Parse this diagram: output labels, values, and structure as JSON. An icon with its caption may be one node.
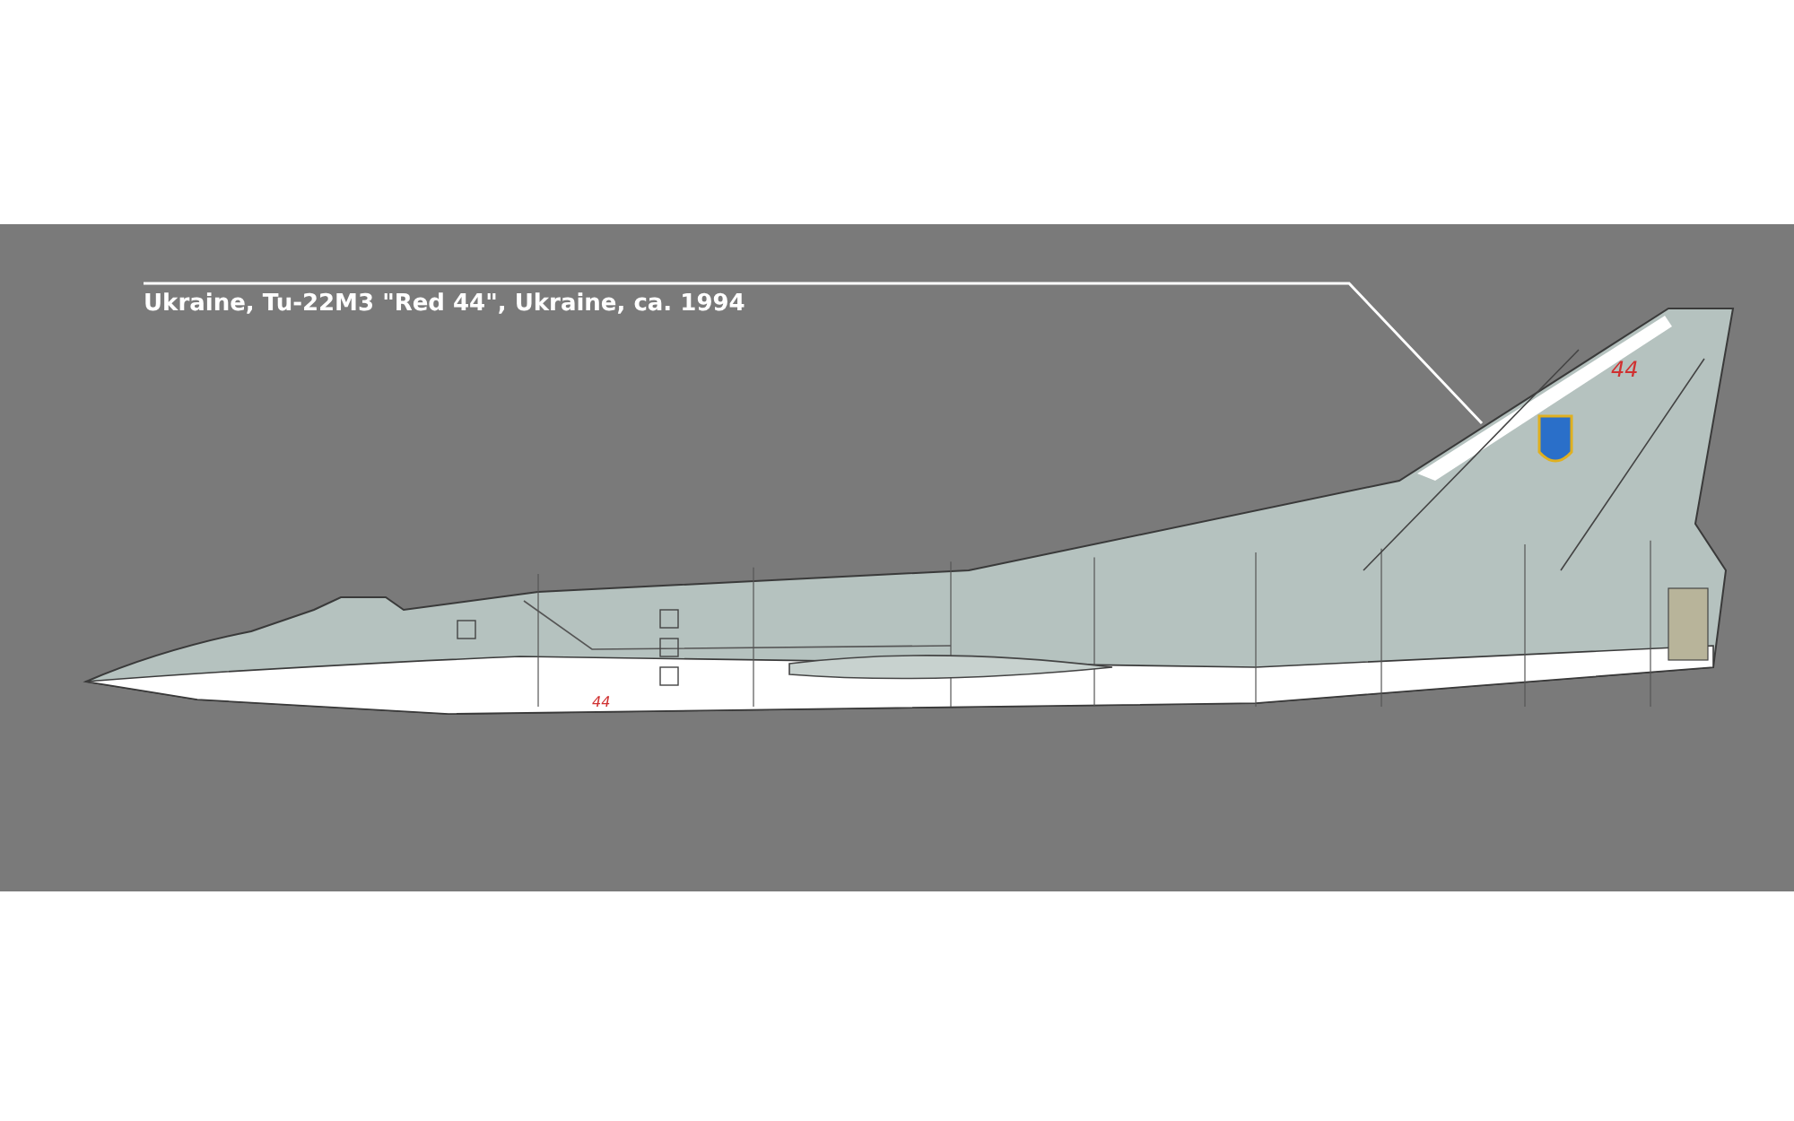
{
  "diagram": {
    "nodes": [
      {
        "text": [
          "Ukraine, Tu-22M3 \"Red 44\", Ukraine, ca. 1994"
        ]
      },
      {
        "text": [],
        "shape": "picture"
      }
    ],
    "edges": [
      {
        "from": 0,
        "to": 1,
        "arrow": "none"
      }
    ],
    "labels": [
      "44",
      "44"
    ]
  }
}
